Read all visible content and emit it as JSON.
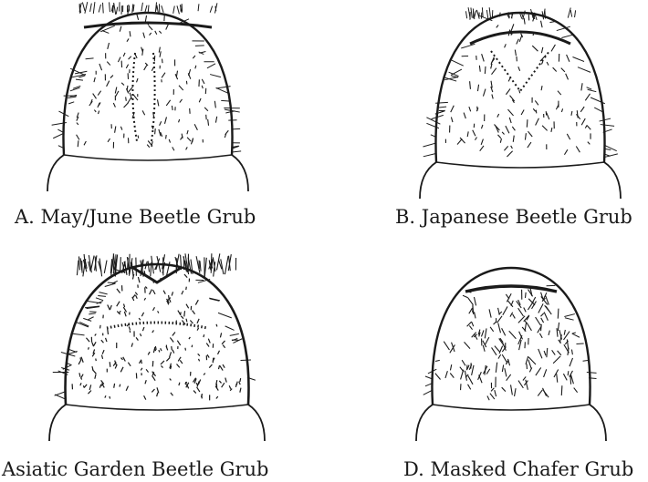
{
  "figures": [
    {
      "id": "a",
      "caption": "A. May/June Beetle Grub"
    },
    {
      "id": "b",
      "caption": "B. Japanese Beetle Grub"
    },
    {
      "id": "c",
      "caption": "Asiatic Garden Beetle Grub"
    },
    {
      "id": "d",
      "caption": "D. Masked Chafer Grub"
    }
  ],
  "colors": {
    "ink": "#1a1a1a",
    "background": "#ffffff"
  }
}
